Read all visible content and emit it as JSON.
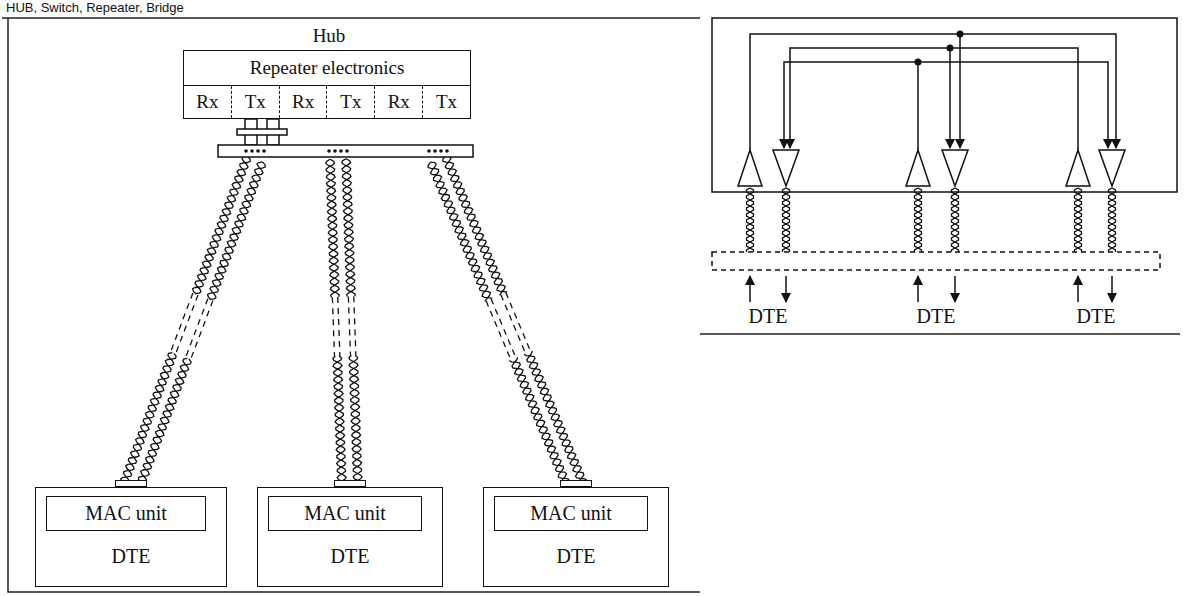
{
  "diagram": {
    "nodes": [
      {
        "text": [
          "Hub",
          "Repeater electronics"
        ]
      },
      {
        "text": [
          "Rx"
        ],
        "in": 0
      },
      {
        "text": [
          "Tx"
        ],
        "in": 0
      },
      {
        "text": [
          "Rx"
        ],
        "in": 0
      },
      {
        "text": [
          "Tx"
        ],
        "in": 0
      },
      {
        "text": [
          "Rx"
        ],
        "in": 0
      },
      {
        "text": [
          "Tx"
        ],
        "in": 0
      },
      {
        "text": [
          "DTE"
        ]
      },
      {
        "text": [
          "MAC unit"
        ],
        "in": 7
      },
      {
        "text": [
          "DTE"
        ]
      },
      {
        "text": [
          "MAC unit"
        ],
        "in": 9
      },
      {
        "text": [
          "DTE"
        ]
      },
      {
        "text": [
          "MAC unit"
        ],
        "in": 11
      }
    ],
    "edges": [
      {
        "from": 0,
        "to": 7,
        "arrow": "none"
      },
      {
        "from": 0,
        "to": 9,
        "arrow": "none"
      },
      {
        "from": 0,
        "to": 11,
        "arrow": "none"
      }
    ],
    "labels": [
      "HUB, Switch, Repeater, Bridge",
      "DTE",
      "DTE",
      "DTE"
    ]
  }
}
